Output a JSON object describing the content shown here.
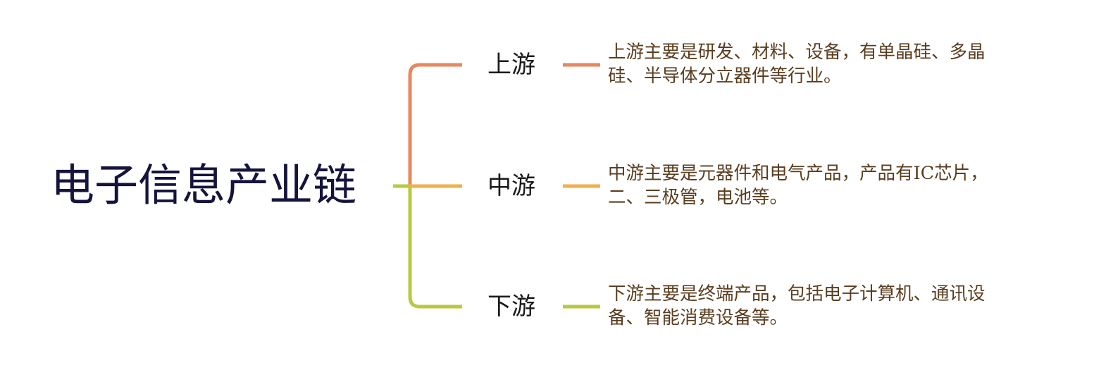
{
  "root": {
    "title": "电子信息产业链"
  },
  "colors": {
    "root_text": "#14143c",
    "upstream": "#e8875f",
    "midstream": "#eeb04b",
    "downstream": "#b9c93f",
    "description_text": "#5a3d1e"
  },
  "branches": [
    {
      "label": "上游",
      "color": "#e8875f",
      "description_lines": [
        "上游主要是研发、材料、设备，有单晶硅、多晶",
        "硅、半导体分立器件等行业。"
      ]
    },
    {
      "label": "中游",
      "color": "#eeb04b",
      "description_lines": [
        "中游主要是元器件和电气产品，产品有IC芯片，",
        "二、三极管，电池等。"
      ]
    },
    {
      "label": "下游",
      "color": "#b9c93f",
      "description_lines": [
        "下游主要是终端产品，包括电子计算机、通讯设",
        "备、智能消费设备等。"
      ]
    }
  ]
}
